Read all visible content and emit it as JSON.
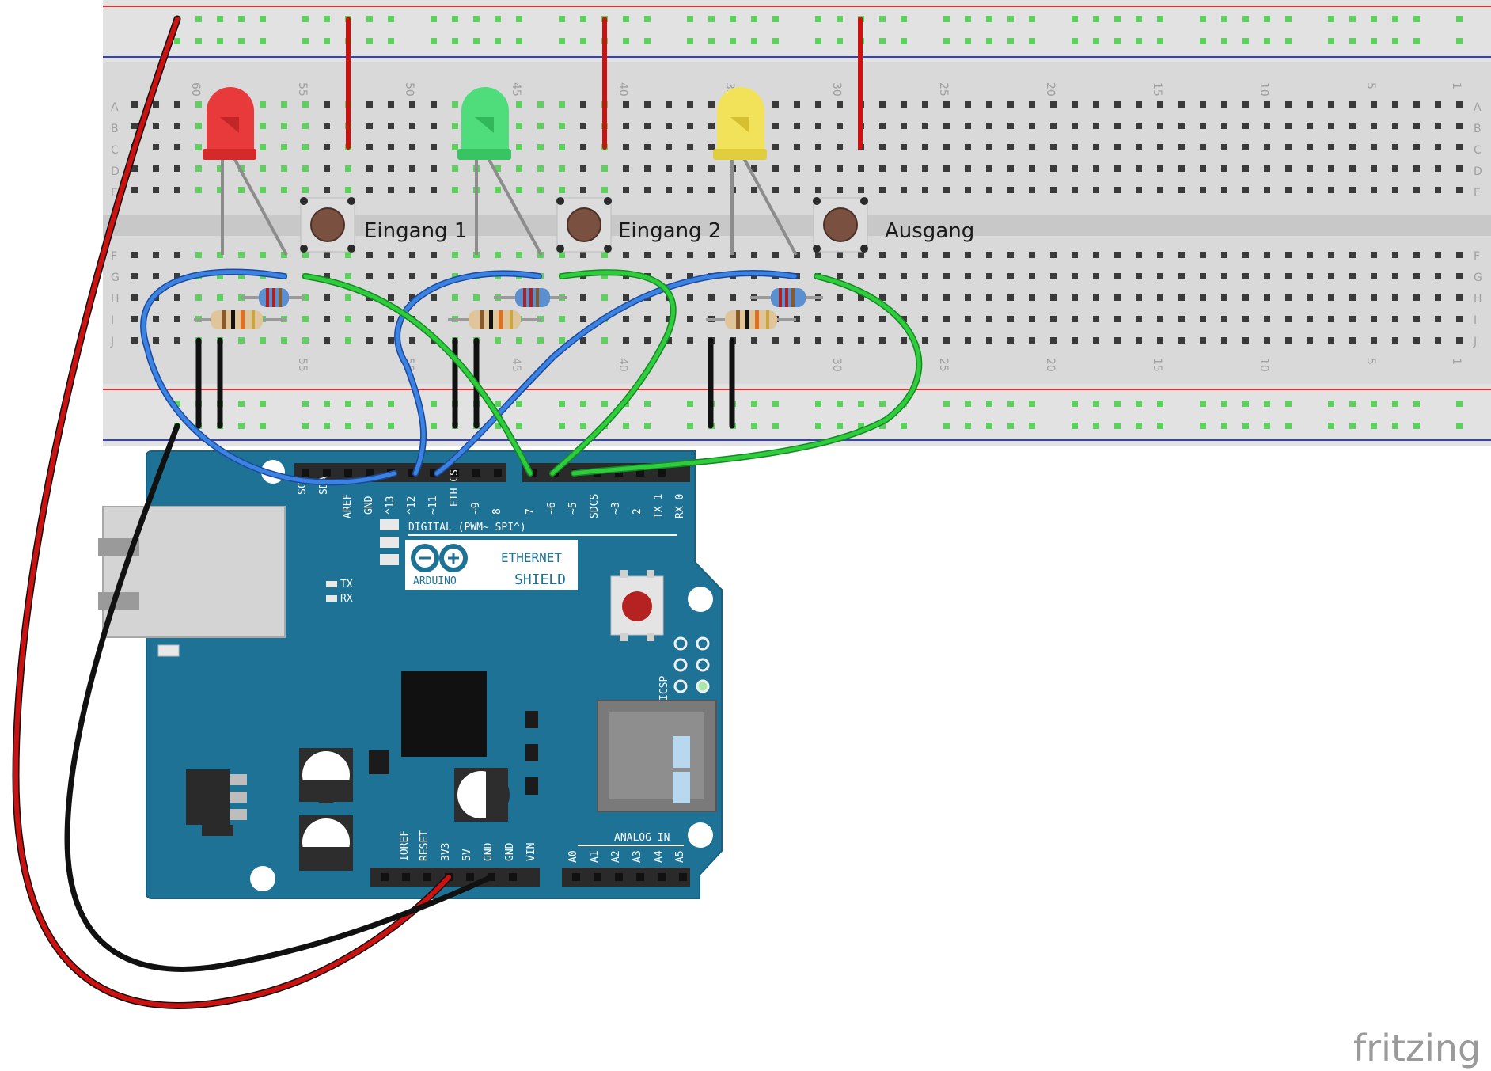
{
  "labels": {
    "button1": "Eingang 1",
    "button2": "Eingang 2",
    "button3": "Ausgang"
  },
  "breadboard": {
    "column_numbers": [
      "60",
      "55",
      "50",
      "45",
      "40",
      "35",
      "30",
      "25",
      "20",
      "15",
      "10",
      "5",
      "1"
    ],
    "row_letters_top": [
      "A",
      "B",
      "C",
      "D",
      "E"
    ],
    "row_letters_bottom": [
      "F",
      "G",
      "H",
      "I",
      "J"
    ]
  },
  "arduino": {
    "digital_header": "DIGITAL (PWM~ SPI^)",
    "digital_pins": [
      "SCL",
      "SDA",
      "AREF",
      "GND",
      "^13",
      "^12",
      "~11",
      "ETH CS",
      "~9",
      "8",
      "7",
      "~6",
      "~5",
      "SDCS",
      "~3",
      "2",
      "TX 1",
      "RX 0"
    ],
    "logo_text": "ARDUINO",
    "board_line1": "ETHERNET",
    "board_line2": "SHIELD",
    "icsp": "ICSP",
    "tx": "TX",
    "rx": "RX",
    "power_pins": [
      "IOREF",
      "RESET",
      "3V3",
      "5V",
      "GND",
      "GND",
      "VIN"
    ],
    "analog_header": "ANALOG IN",
    "analog_pins": [
      "A0",
      "A1",
      "A2",
      "A3",
      "A4",
      "A5"
    ]
  },
  "watermark": "fritzing",
  "colors": {
    "board": "#1d7296",
    "board_dark": "#155a78",
    "breadboard": "#dcdcdc",
    "wire_red": "#cc1111",
    "wire_black": "#111111",
    "wire_blue": "#2a6fd0",
    "wire_green": "#22b833",
    "led_red": "#e83a3a",
    "led_green": "#4fdc7a",
    "led_yellow": "#f2e25a"
  }
}
